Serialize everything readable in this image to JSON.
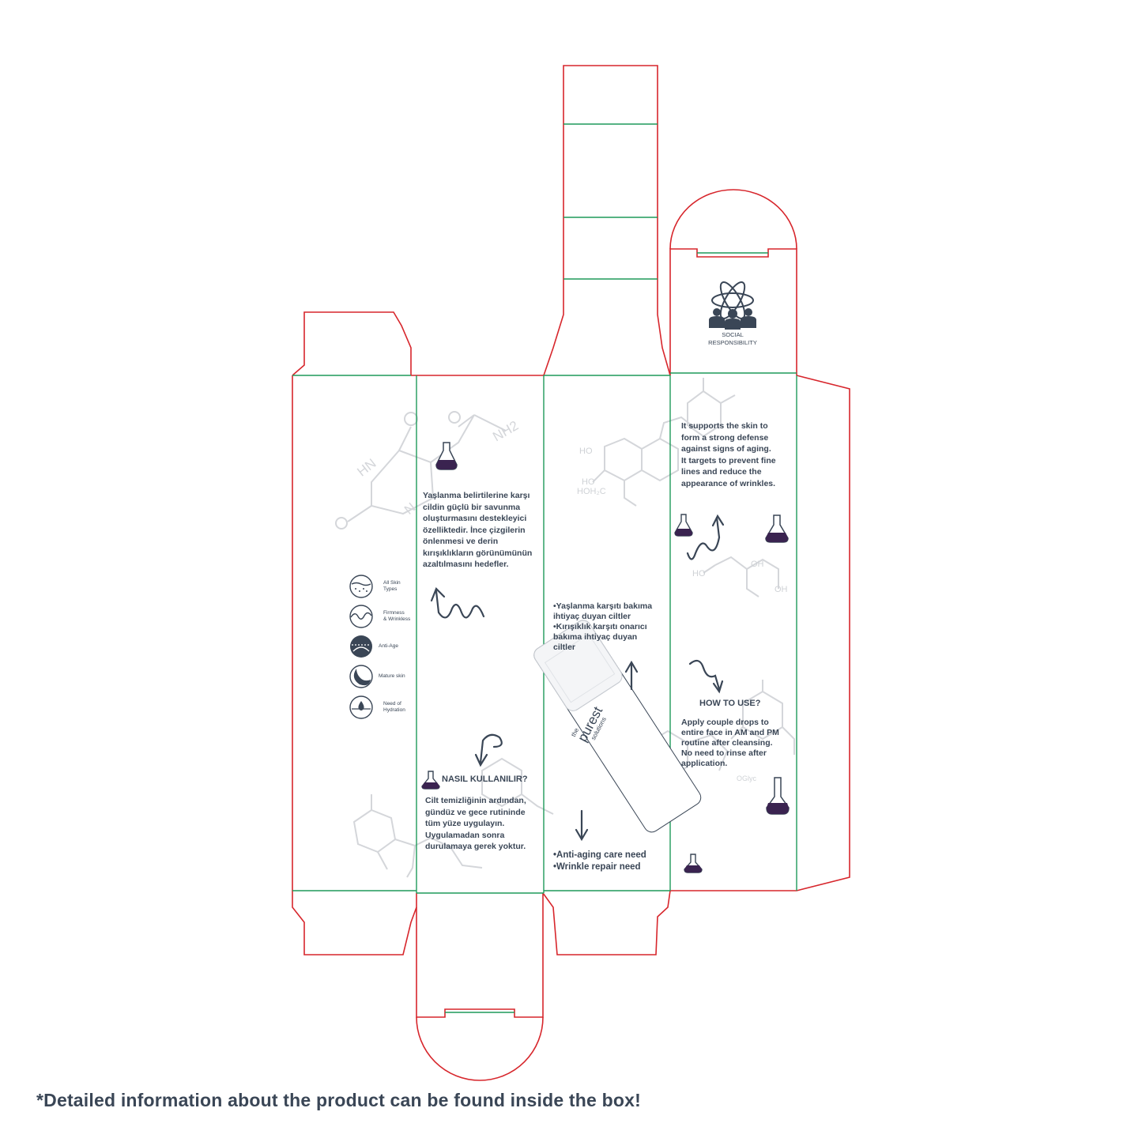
{
  "colors": {
    "cut_line": "#d7262c",
    "fold_line": "#1e9a5a",
    "text": "#3a4656",
    "flask_fill": "#3a2350",
    "molecule": "#d4d6da"
  },
  "left_panel": {
    "icons": [
      {
        "name": "all-skin-types-icon",
        "label_1": "All Skin",
        "label_2": "Types"
      },
      {
        "name": "firmness-wrinkless-icon",
        "label_1": "Firmness",
        "label_2": "& Wrinkless"
      },
      {
        "name": "anti-age-icon",
        "label_1": "Anti-Age",
        "label_2": ""
      },
      {
        "name": "mature-skin-icon",
        "label_1": "Mature skin",
        "label_2": ""
      },
      {
        "name": "need-of-hydration-icon",
        "label_1": "Need of",
        "label_2": "Hydration"
      }
    ]
  },
  "turkish_panel": {
    "description_lines": [
      "Yaşlanma belirtilerine karşı",
      "cildin güçlü bir savunma",
      "oluşturmasını destekleyici",
      "özelliktedir. İnce çizgilerin",
      "önlenmesi ve derin",
      "kırışıklıkların görünümünün",
      "azaltılmasını hedefler."
    ],
    "usage_heading": "NASIL KULLANILIR?",
    "usage_lines": [
      "Cilt temizliğinin ardından,",
      "gündüz ve gece rutininde",
      "tüm yüze uygulayın.",
      "Uygulamadan sonra",
      "durulamaya gerek yoktur."
    ]
  },
  "front_panel": {
    "molecule_labels": [
      "HO",
      "HO",
      "HOH₂C"
    ],
    "needs_tr_lines": [
      "•Yaşlanma karşıtı bakıma",
      "ihtiyaç duyan ciltler",
      "•Kırışıklık karşıtı onarıcı",
      "bakıma ihtiyaç duyan",
      "ciltler"
    ],
    "needs_en_lines": [
      "•Anti-aging care need",
      "•Wrinkle repair need"
    ],
    "brand": {
      "line1": "the",
      "line2": "purest",
      "line3": "solutions"
    }
  },
  "english_panel": {
    "description_lines": [
      "It supports the skin to",
      "form a strong defense",
      "against signs of aging.",
      "It targets to prevent fine",
      "lines and reduce the",
      "appearance of wrinkles."
    ],
    "usage_heading": "HOW TO USE?",
    "usage_lines": [
      "Apply couple drops to",
      "entire face in AM and PM",
      "routine after cleansing.",
      "No need to rinse after",
      "application."
    ],
    "molecule_labels": [
      "OH",
      "HO",
      "OH",
      "OGlyc"
    ]
  },
  "top_flap": {
    "social_line1": "SOCIAL",
    "social_line2": "RESPONSIBILITY"
  },
  "left_molecule_labels": [
    "HN",
    "NH2",
    "N"
  ],
  "footnote": "*Detailed information about the product can be found inside the box!"
}
